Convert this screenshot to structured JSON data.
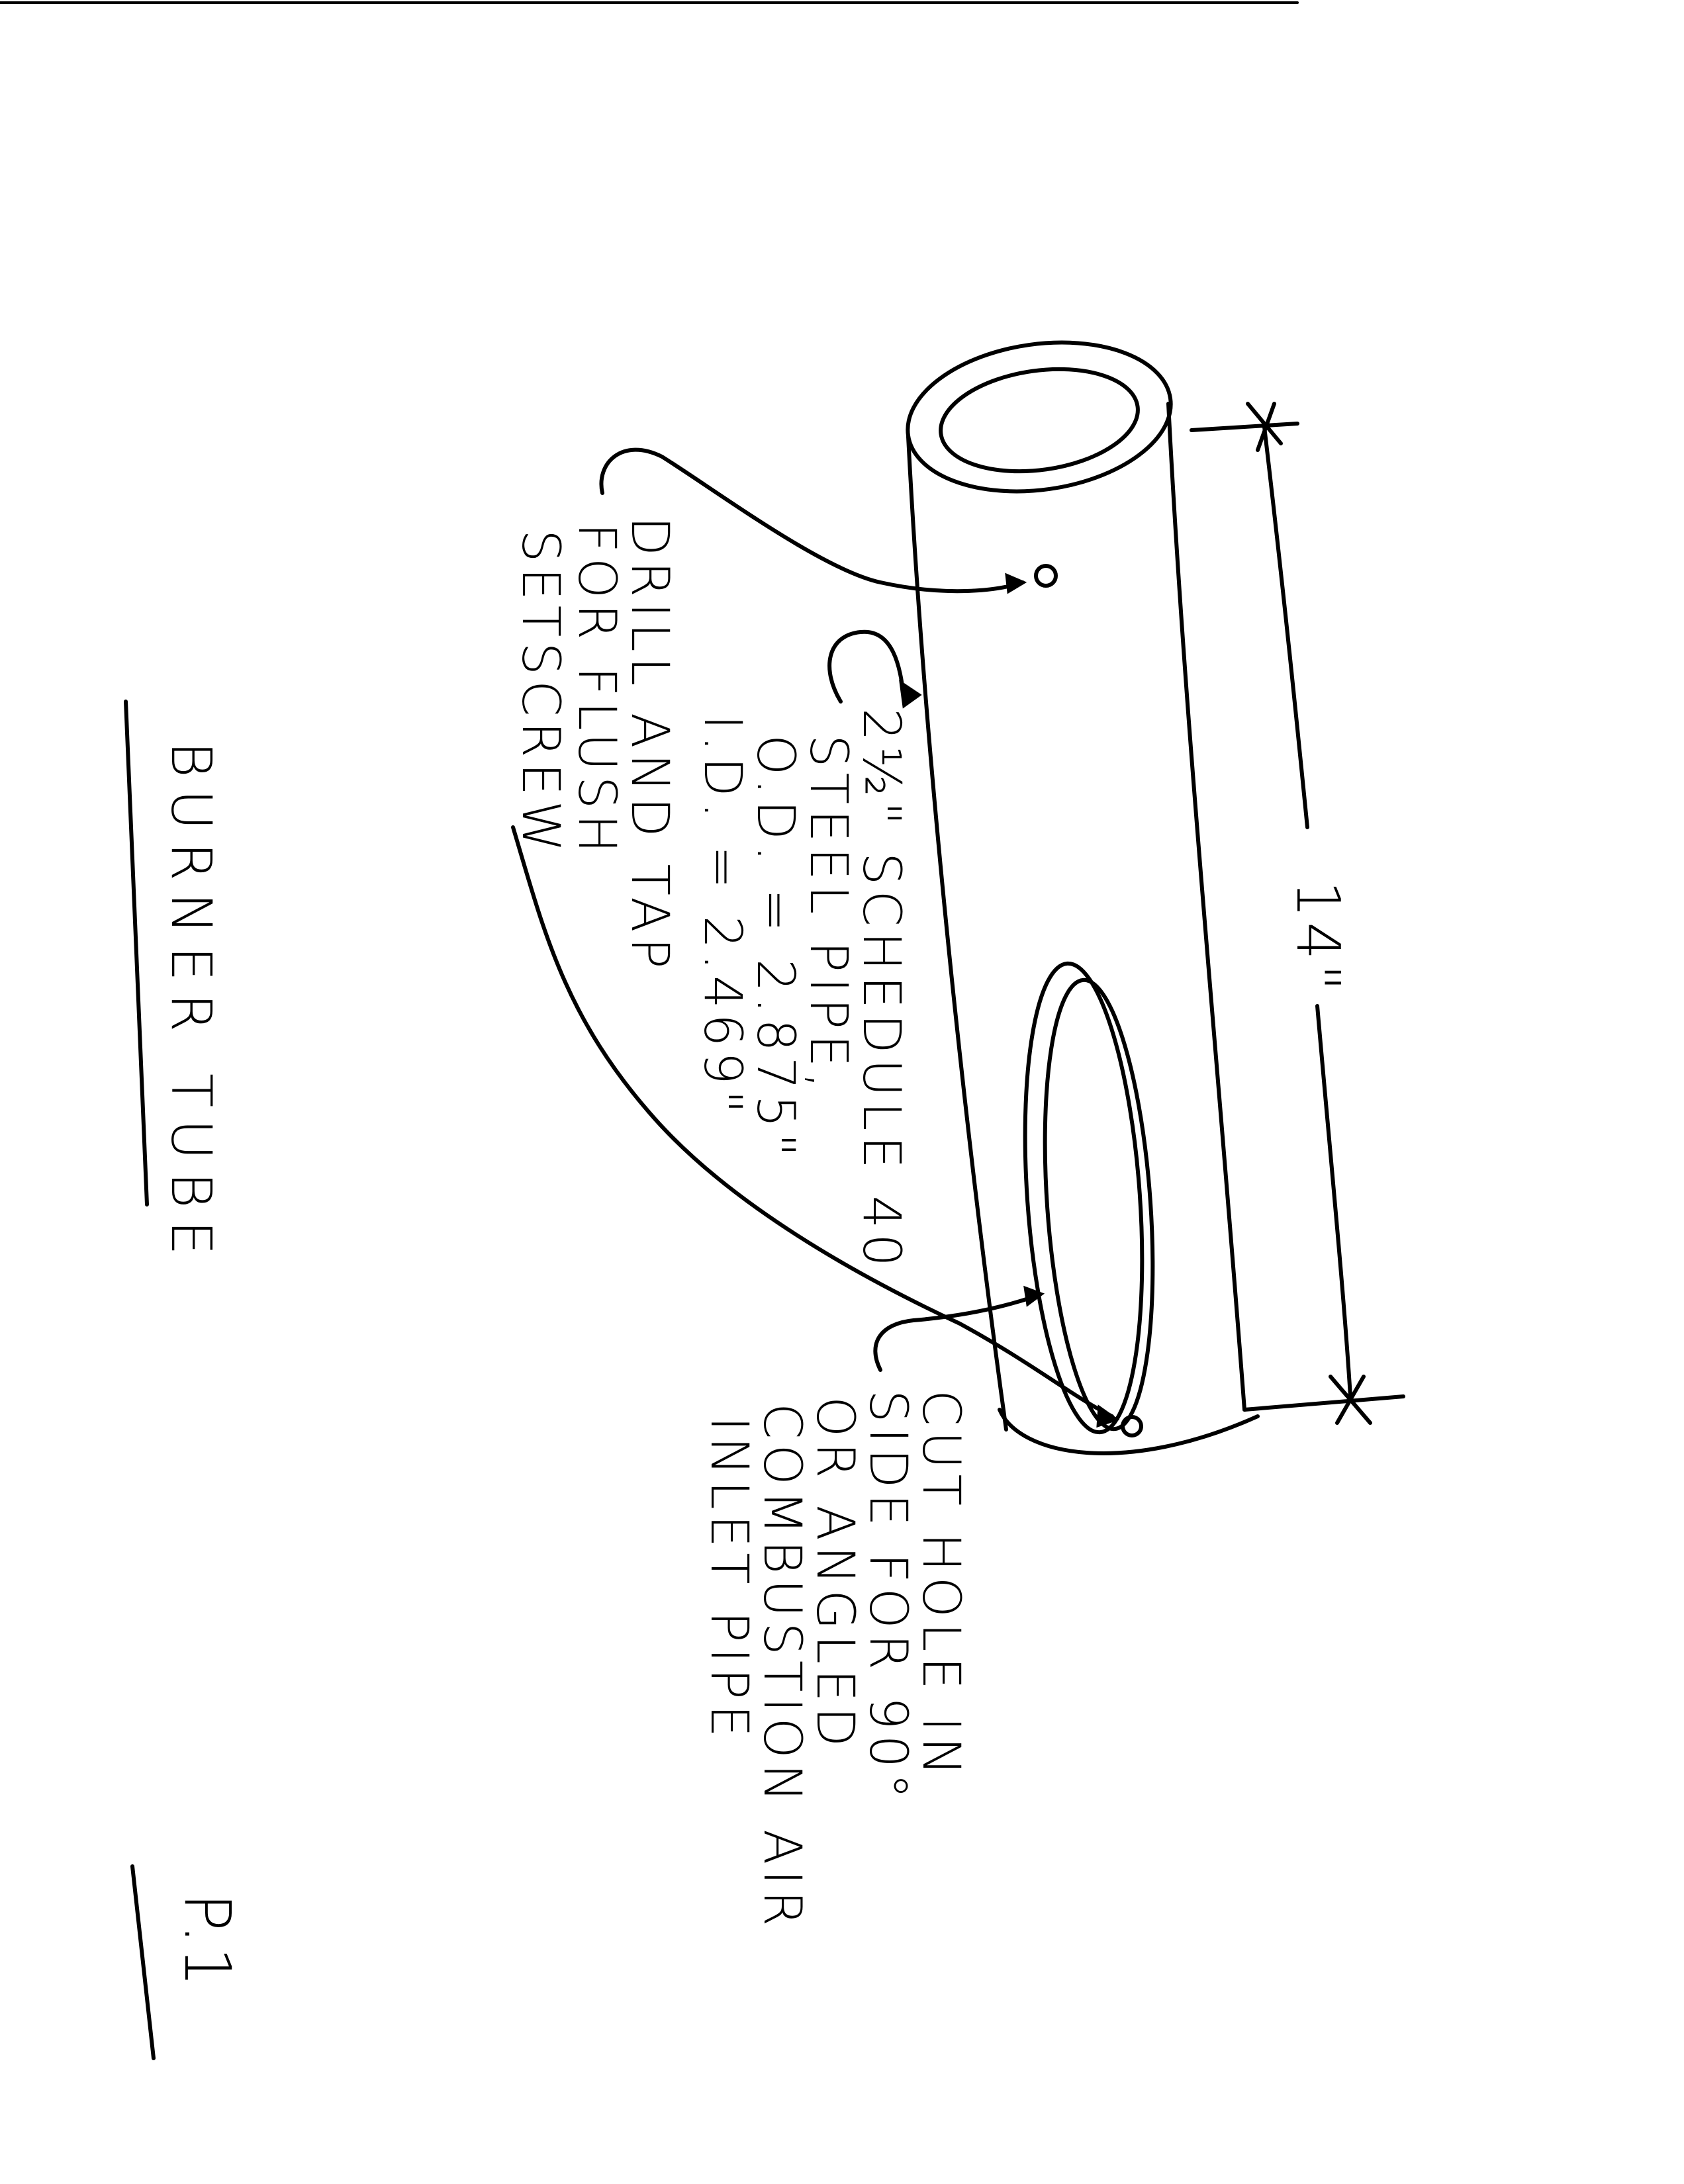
{
  "title": "BURNER TUBE",
  "page_number": "P.1",
  "dimension": {
    "length_label": "14\""
  },
  "annotations": {
    "pipe_spec": [
      "2½\" SCHEDULE 40",
      "STEEL PIPE,",
      "O.D. = 2.875\"",
      "I.D. = 2.469\""
    ],
    "setscrew": [
      "DRILL AND TAP",
      "FOR FLUSH",
      "SETSCREW"
    ],
    "side_hole": [
      "CUT HOLE IN",
      "SIDE FOR 90°",
      "OR ANGLED",
      "COMBUSTION AIR",
      "INLET PIPE"
    ]
  }
}
